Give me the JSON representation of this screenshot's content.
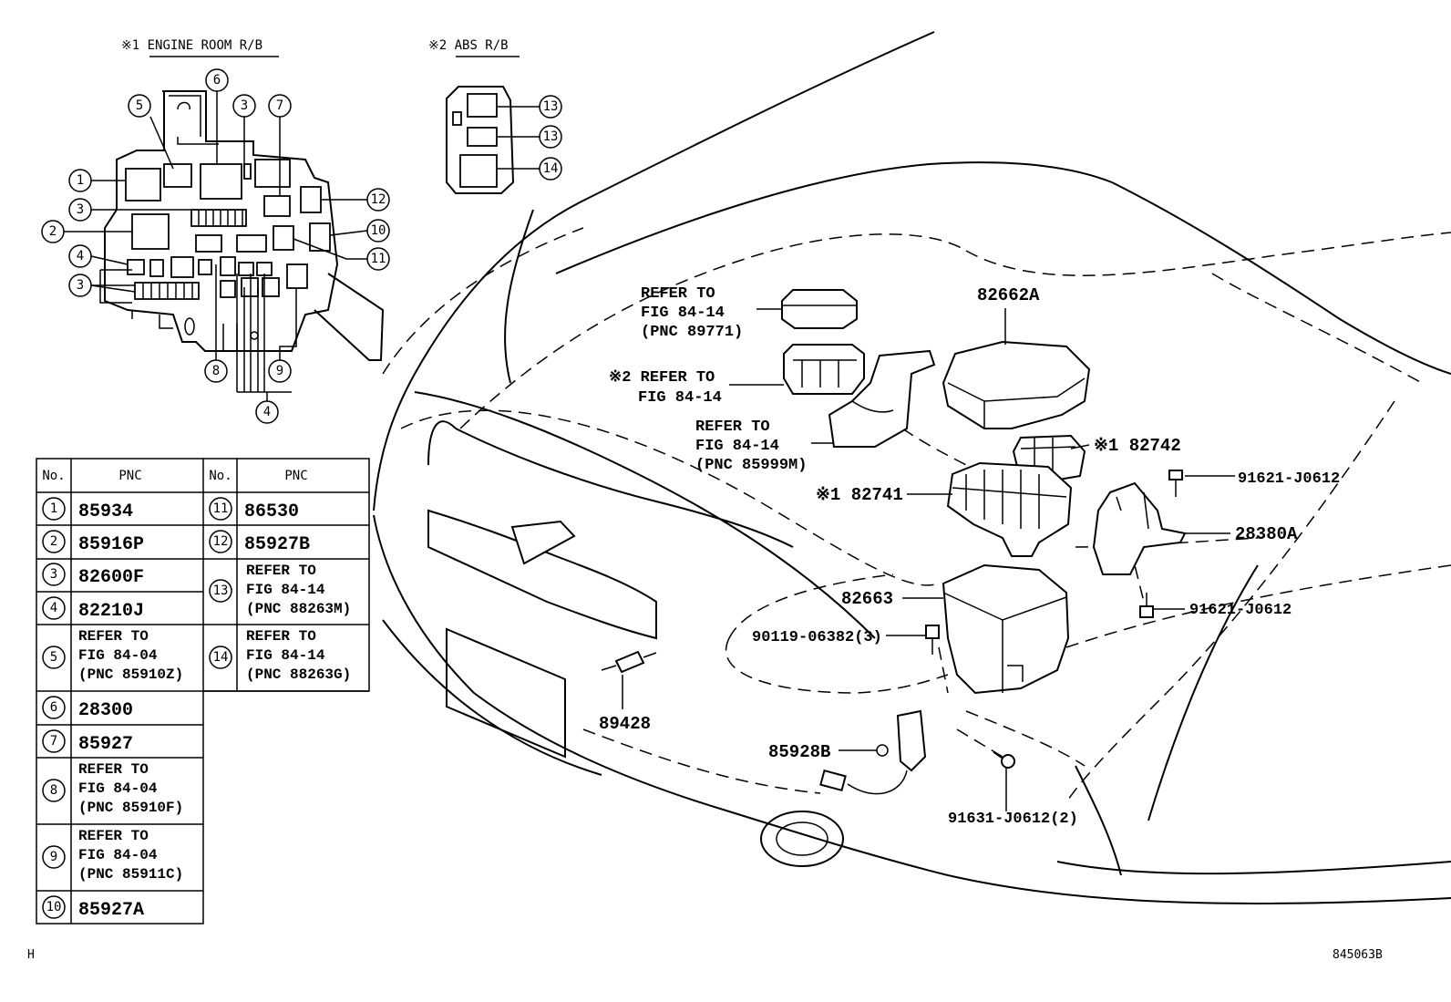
{
  "insets": {
    "engine_room_title": "※1 ENGINE ROOM R/B",
    "abs_title": "※2 ABS R/B"
  },
  "callouts": {
    "c1": "1",
    "c2": "2",
    "c3": "3",
    "c4": "4",
    "c5": "5",
    "c6": "6",
    "c7": "7",
    "c8": "8",
    "c9": "9",
    "c10": "10",
    "c11": "11",
    "c12": "12",
    "c13": "13",
    "c14": "14"
  },
  "table": {
    "header_no": "No.",
    "header_pnc": "PNC",
    "rows": [
      {
        "no": "1",
        "pnc": "85934"
      },
      {
        "no": "2",
        "pnc": "85916P"
      },
      {
        "no": "3",
        "pnc": "82600F"
      },
      {
        "no": "4",
        "pnc": "82210J"
      },
      {
        "no": "5",
        "ref": [
          "REFER TO",
          "FIG  84-04",
          "(PNC 85910Z)"
        ]
      },
      {
        "no": "6",
        "pnc": "28300"
      },
      {
        "no": "7",
        "pnc": "85927"
      },
      {
        "no": "8",
        "ref": [
          "REFER TO",
          "FIG  84-04",
          "(PNC 85910F)"
        ]
      },
      {
        "no": "9",
        "ref": [
          "REFER TO",
          "FIG  84-04",
          "(PNC 85911C)"
        ]
      },
      {
        "no": "10",
        "pnc": "85927A"
      },
      {
        "no": "11",
        "pnc": "86530"
      },
      {
        "no": "12",
        "pnc": "85927B"
      },
      {
        "no": "13",
        "ref": [
          "REFER TO",
          "FIG  84-14",
          "(PNC 88263M)"
        ]
      },
      {
        "no": "14",
        "ref": [
          "REFER TO",
          "FIG  84-14",
          "(PNC 88263G)"
        ]
      }
    ]
  },
  "labels": {
    "ref_89771": [
      "REFER TO",
      "FIG 84-14",
      "(PNC 89771)"
    ],
    "ref_abs": [
      "※2 REFER TO",
      "FIG 84-14"
    ],
    "ref_85999m": [
      "REFER TO",
      "FIG  84-14",
      "(PNC 85999M)"
    ],
    "p82662a": "82662A",
    "p82742": "※1 82742",
    "p82741": "※1 82741",
    "p91621_a": "91621-J0612",
    "p28380a": "28380A",
    "p82663": "82663",
    "p91621_b": "91621-J0612",
    "p90119": "90119-06382(3)",
    "p89428": "89428",
    "p85928b": "85928B",
    "p91631": "91631-J0612(2)"
  },
  "footer": {
    "left": "H",
    "right": "845063B"
  }
}
